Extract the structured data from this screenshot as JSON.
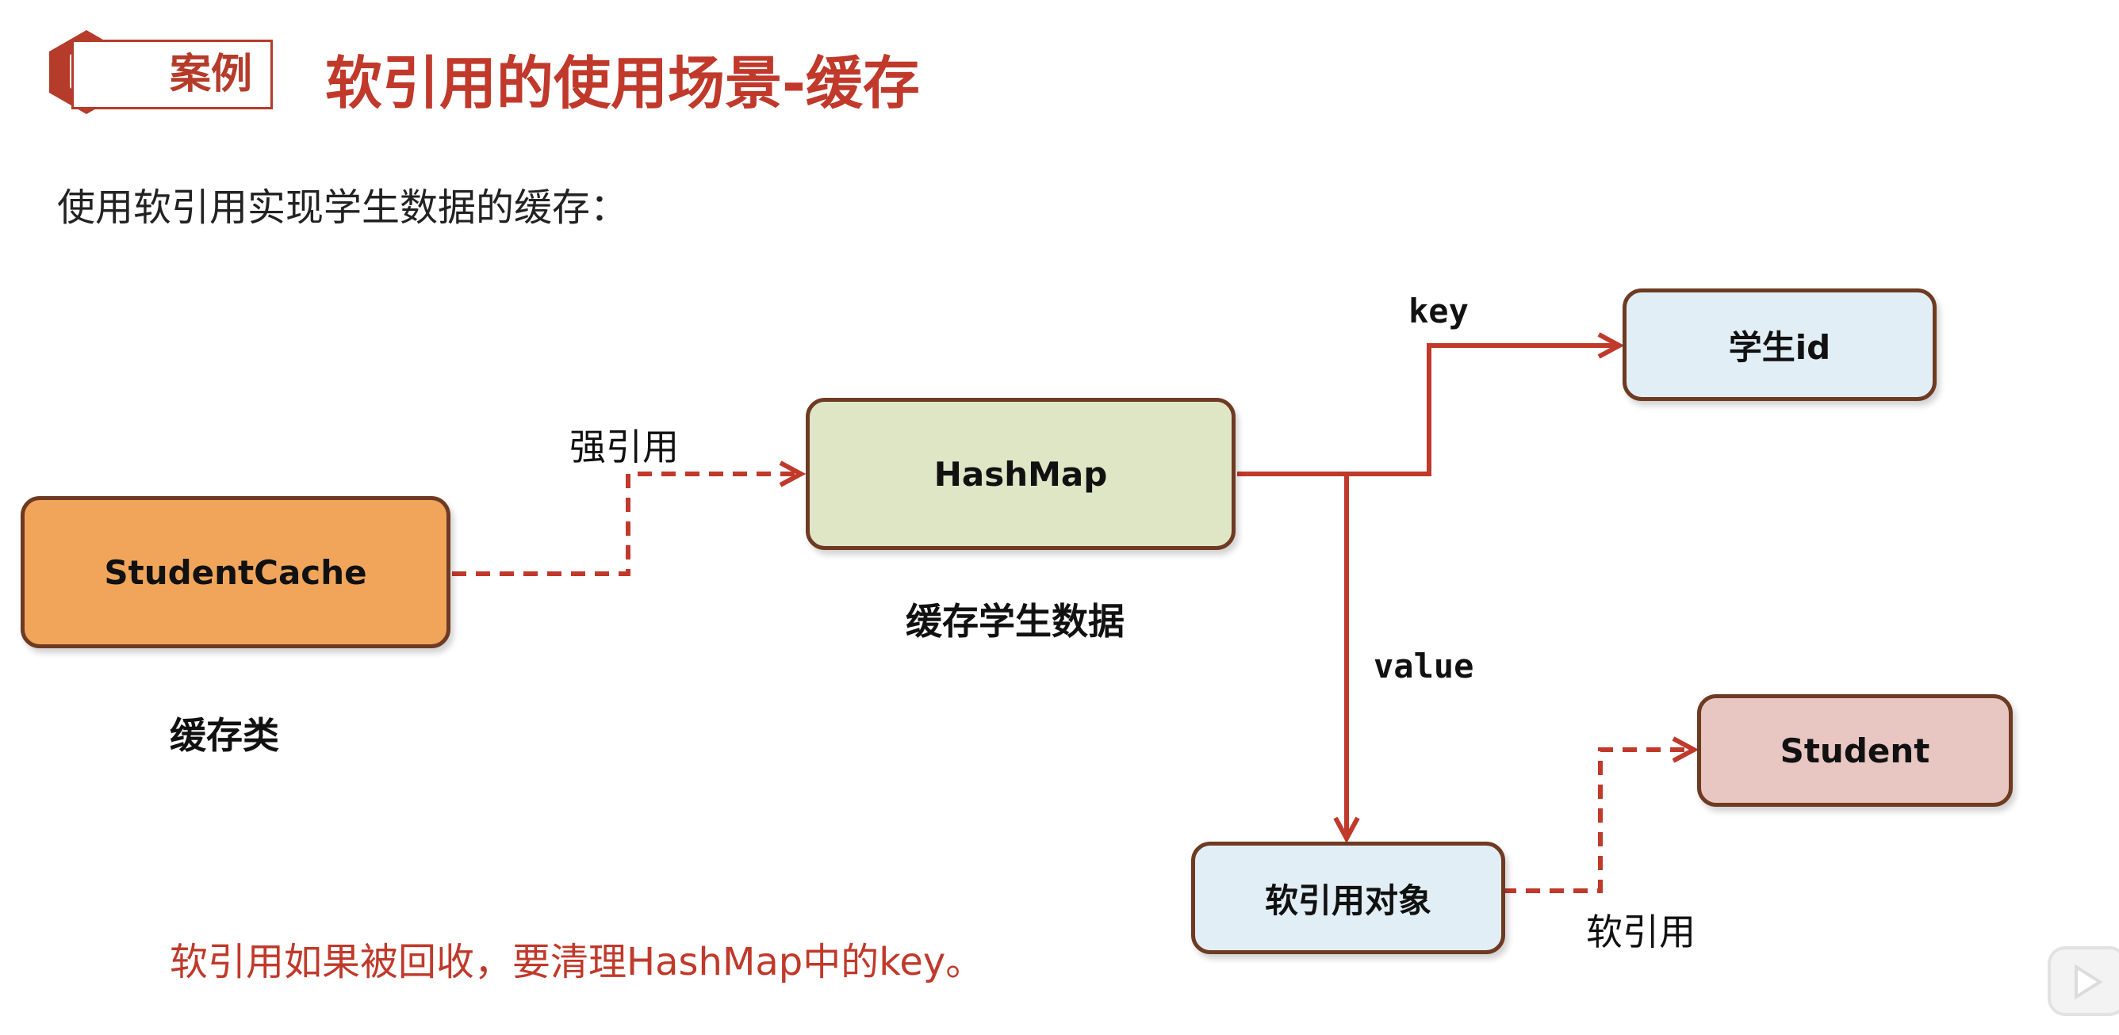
{
  "header": {
    "badge_label": "案例",
    "badge_icon": "document-icon",
    "title": "软引用的使用场景-缓存"
  },
  "intro": "使用软引用实现学生数据的缓存：",
  "nodes": {
    "student_cache": {
      "label": "StudentCache",
      "caption": "缓存类",
      "fill": "#f0a55b"
    },
    "hashmap": {
      "label": "HashMap",
      "caption": "缓存学生数据",
      "fill": "#dfe6c6"
    },
    "student_id": {
      "label": "学生id",
      "fill": "#e1eef6"
    },
    "soft_ref_object": {
      "label": "软引用对象",
      "fill": "#e1eef6"
    },
    "student": {
      "label": "Student",
      "fill": "#e8c6c2"
    }
  },
  "edges": {
    "strong_ref_label": "强引用",
    "key_label": "key",
    "value_label": "value",
    "soft_ref_label": "软引用"
  },
  "note": "软引用如果被回收，要清理HashMap中的key。",
  "colors": {
    "accent": "#c0392b",
    "node_border": "#6e3a22"
  }
}
